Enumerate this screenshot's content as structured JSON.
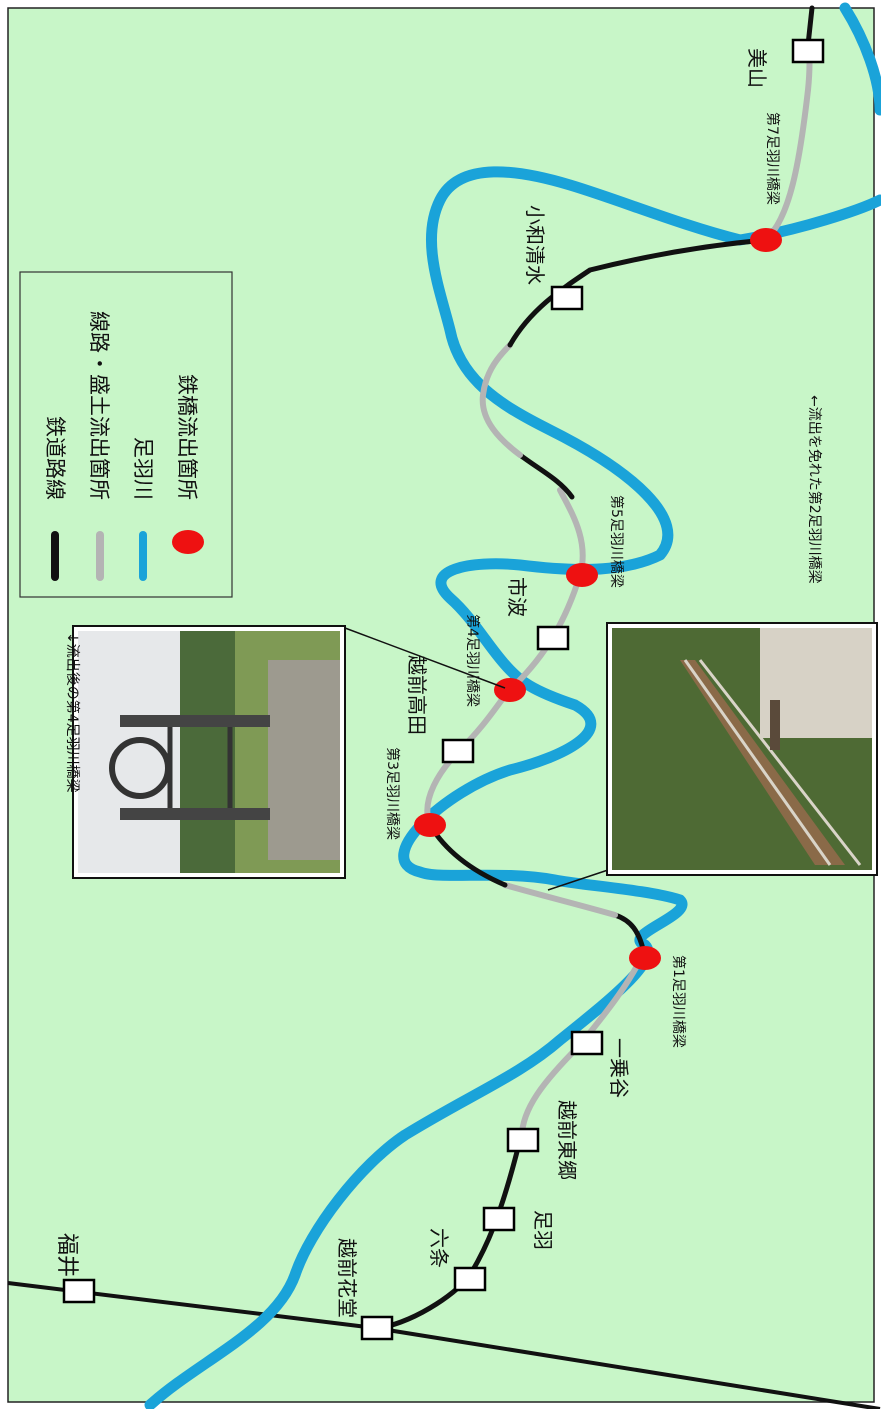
{
  "legend": {
    "items": [
      {
        "label": "鉄道路線",
        "color": "#111111"
      },
      {
        "label": "線路・盛土流出箇所",
        "color": "#b4b4b4"
      },
      {
        "label": "足羽川",
        "color": "#1aa3d9"
      },
      {
        "label": "鉄橋流出箇所",
        "color": "#ee1111"
      }
    ]
  },
  "stations": {
    "fukui": "福井",
    "echizen_hanando": "越前花堂",
    "rokujo": "六条",
    "asuwa": "足羽",
    "echizen_togo": "越前東郷",
    "ichijodani": "一乗谷",
    "echizen_takada": "越前高田",
    "ichinami": "市波",
    "kowashozu": "小和清水",
    "miyama": "美山"
  },
  "bridges": {
    "b1": "第1足羽川橋梁",
    "b3": "第3足羽川橋梁",
    "b4": "第4足羽川橋梁",
    "b5": "第5足羽川橋梁",
    "b7": "第7足羽川橋梁"
  },
  "captions": {
    "photo_b4": "↓流出後の第4足羽川橋梁",
    "photo_b2": "←流出を免れた第2足羽川橋梁"
  },
  "colors": {
    "background": "#c8f6c8",
    "river": "#1aa3d9",
    "rail": "#111111",
    "washed_out": "#b4b4b4",
    "bridge_out": "#ee1111"
  }
}
